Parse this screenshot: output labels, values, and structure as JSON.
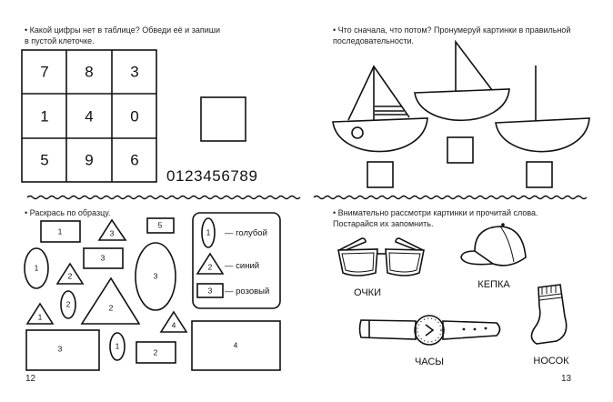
{
  "left_page": {
    "page_number": "12",
    "task1": {
      "instruction_line1": "•  Какой цифры нет в таблице? Обведи её и запиши",
      "instruction_line2": "в пустой клеточке.",
      "grid": [
        [
          "7",
          "8",
          "3"
        ],
        [
          "1",
          "4",
          "0"
        ],
        [
          "5",
          "9",
          "6"
        ]
      ],
      "digits_row": "0123456789"
    },
    "task2": {
      "instruction": "•  Раскрась по образцу.",
      "shapes": {
        "rect_a": "1",
        "triangle_a": "3",
        "rect_small": "5",
        "ellipse_a": "1",
        "rect_b": "3",
        "triangle_b": "2",
        "ellipse_big": "3",
        "ellipse_small_a": "2",
        "triangle_big": "2",
        "triangle_c": "1",
        "triangle_d": "4",
        "rect_big": "3",
        "ellipse_small_b": "1",
        "rect_c": "2",
        "rect_large": "4"
      },
      "legend": [
        {
          "shape": "ellipse",
          "number": "1",
          "color_name": "— голубой"
        },
        {
          "shape": "triangle",
          "number": "2",
          "color_name": "— синий"
        },
        {
          "shape": "rectangle",
          "number": "3",
          "color_name": "— розовый"
        }
      ]
    }
  },
  "right_page": {
    "page_number": "13",
    "task1": {
      "instruction_line1": "•  Что сначала, что потом? Пронумеруй картинки в правильной",
      "instruction_line2": "последовательности."
    },
    "task2": {
      "instruction_line1": "•  Внимательно рассмотри картинки и прочитай слова.",
      "instruction_line2": "Постарайся их запомнить.",
      "words": [
        "ОЧКИ",
        "КЕПКА",
        "ЧАСЫ",
        "НОСОК"
      ]
    }
  }
}
